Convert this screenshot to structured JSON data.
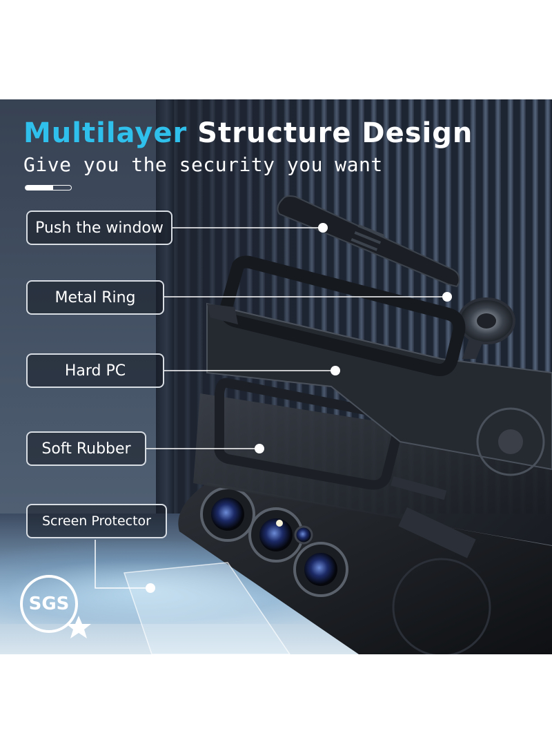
{
  "header": {
    "title_accent": "Multilayer",
    "title_rest": "Structure Design",
    "subtitle": "Give you the security you want",
    "progress_fraction": 0.6
  },
  "layers": [
    {
      "label": "Push the window"
    },
    {
      "label": "Metal Ring"
    },
    {
      "label": "Hard PC"
    },
    {
      "label": "Soft Rubber"
    },
    {
      "label": "Screen Protector"
    }
  ],
  "badge": {
    "text": "SGS",
    "icon": "star-icon"
  },
  "colors": {
    "accent": "#2fc0ec",
    "text": "#ffffff",
    "label_border": "#d9dee5"
  }
}
